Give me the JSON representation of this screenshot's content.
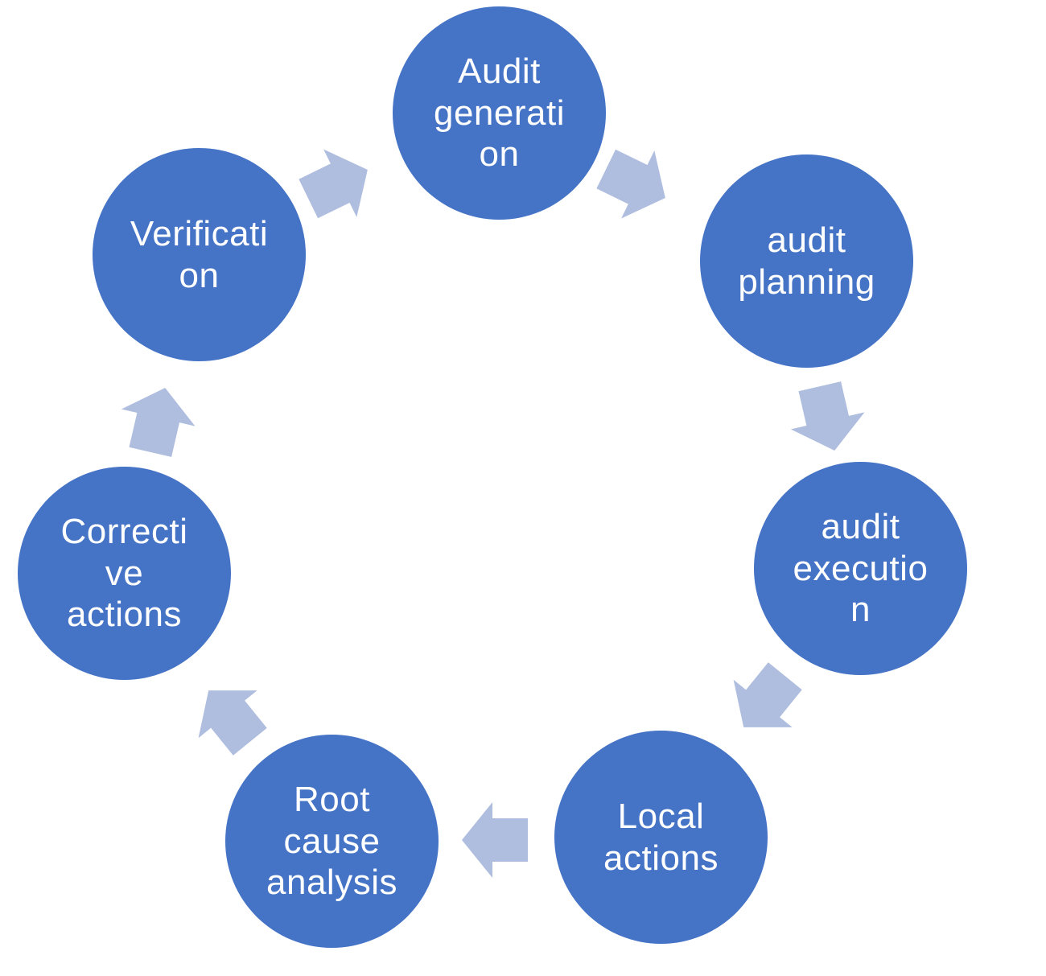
{
  "diagram": {
    "type": "cycle",
    "direction": "clockwise",
    "colors": {
      "node_fill": "#4573C6",
      "arrow_fill": "#AFBDDF",
      "text": "#FFFFFF",
      "background": "#FFFFFF"
    },
    "nodes": [
      {
        "name": "audit-generation",
        "label": "Audit generation",
        "text": "Audit\ngenerati\non"
      },
      {
        "name": "audit-planning",
        "label": "audit planning",
        "text": "audit\nplanning"
      },
      {
        "name": "audit-execution",
        "label": "audit execution",
        "text": "audit\nexecutio\nn"
      },
      {
        "name": "local-actions",
        "label": "Local actions",
        "text": "Local\nactions"
      },
      {
        "name": "root-cause-analysis",
        "label": "Root cause analysis",
        "text": "Root\ncause\nanalysis"
      },
      {
        "name": "corrective-actions",
        "label": "Corrective actions",
        "text": "Correcti\nve\nactions"
      },
      {
        "name": "verification",
        "label": "Verification",
        "text": "Verificati\non"
      }
    ],
    "arrows": [
      {
        "from": "verification",
        "to": "audit-generation"
      },
      {
        "from": "audit-generation",
        "to": "audit-planning"
      },
      {
        "from": "audit-planning",
        "to": "audit-execution"
      },
      {
        "from": "audit-execution",
        "to": "local-actions"
      },
      {
        "from": "local-actions",
        "to": "root-cause-analysis"
      },
      {
        "from": "root-cause-analysis",
        "to": "corrective-actions"
      },
      {
        "from": "corrective-actions",
        "to": "verification"
      }
    ]
  }
}
